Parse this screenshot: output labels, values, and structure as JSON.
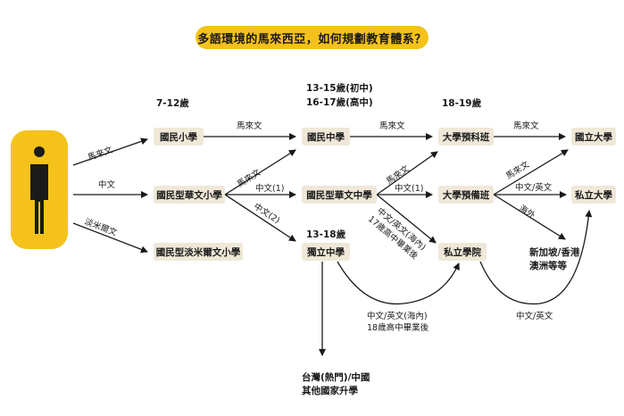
{
  "title": "多語環境的馬來西亞，如何規劃教育體系？",
  "headers": {
    "age_7_12": "7-12歲",
    "age_13_15": "13-15歲(初中)",
    "age_16_17": "16-17歲(高中)",
    "age_18_19": "18-19歲",
    "age_13_18": "13-18歲"
  },
  "nodes": {
    "national_primary": "國民小學",
    "chinese_primary": "國民型華文小學",
    "tamil_primary": "國民型淡米爾文小學",
    "national_secondary": "國民中學",
    "chinese_secondary": "國民型華文中學",
    "independent_secondary": "獨立中學",
    "matriculation": "大學預科班",
    "pre_university": "大學預備班",
    "private_college": "私立學院",
    "public_university": "國立大學",
    "private_university": "私立大學"
  },
  "labels": {
    "malay": "馬來文",
    "chinese": "中文",
    "tamil": "淡米爾文",
    "chinese_1": "中文(1)",
    "chinese_2": "中文(2)",
    "chinese_english": "中文/英文",
    "overseas": "海外",
    "zh_en_overseas_17_l1": "中文/英文(海內)",
    "zh_en_overseas_17_l2": "17歲高中畢業後",
    "zh_en_domestic_18_l1": "中文/英文(海內)",
    "zh_en_domestic_18_l2": "18歲高中畢業後",
    "zh_en_bottom": "中文/英文",
    "singapore_l1": "新加坡/香港",
    "singapore_l2": "澳洲等等",
    "taiwan_l1": "台灣(熱門)/中國",
    "taiwan_l2": "其他國家升學"
  },
  "colors": {
    "accent": "#f4c21a",
    "node_bg": "#efe8d8",
    "ink": "#1a1a1a"
  },
  "icons": {
    "person": "person-icon"
  }
}
